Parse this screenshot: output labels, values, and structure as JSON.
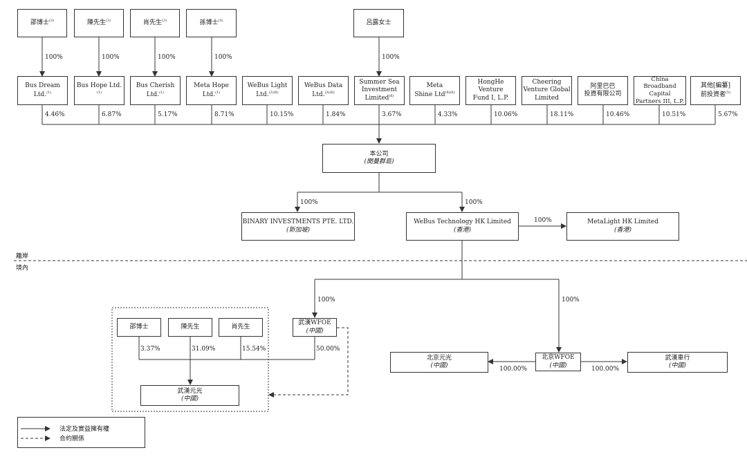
{
  "individuals": [
    {
      "name": "邵博士",
      "note": "(3)"
    },
    {
      "name": "陳先生",
      "note": "(3)"
    },
    {
      "name": "肖先生",
      "note": "(3)"
    },
    {
      "name": "孫博士",
      "note": "(3)"
    },
    {
      "name": "呂露女士",
      "note": ""
    }
  ],
  "individual_pct": [
    "100%",
    "100%",
    "100%",
    "100%",
    "100%"
  ],
  "shareholders": [
    {
      "lines": [
        "Bus Dream Ltd."
      ],
      "note": "(1)",
      "pct": "4.46%"
    },
    {
      "lines": [
        "Bus Hope Ltd."
      ],
      "note": "(1)",
      "pct": "6.87%"
    },
    {
      "lines": [
        "Bus Cherish Ltd."
      ],
      "note": "(1)",
      "pct": "5.17%"
    },
    {
      "lines": [
        "Meta Hope",
        "Ltd."
      ],
      "note": "(1)",
      "pct": "8.71%"
    },
    {
      "lines": [
        "WeBus Light",
        "Ltd."
      ],
      "note": "(2)(6)",
      "pct": "10.15%"
    },
    {
      "lines": [
        "WeBus Data",
        "Ltd."
      ],
      "note": "(3)(6)",
      "pct": "1.84%"
    },
    {
      "lines": [
        "Summer Sea",
        "Investment",
        "Limited"
      ],
      "note": "(6)",
      "pct": "3.67%"
    },
    {
      "lines": [
        "Meta",
        "Shine Ltd"
      ],
      "note": "(4)(6)",
      "pct": "4.33%"
    },
    {
      "lines": [
        "HongHe Venture",
        "Fund I, L.P."
      ],
      "note": "",
      "pct": "10.06%"
    },
    {
      "lines": [
        "Cheering",
        "Venture Global",
        "Limited"
      ],
      "note": "",
      "pct": "18.11%"
    },
    {
      "lines": [
        "阿里巴巴",
        "投資有限公司"
      ],
      "note": "",
      "pct": "10.46%"
    },
    {
      "lines": [
        "China",
        "Broadband Capital",
        "Partners III, L.P."
      ],
      "note": "",
      "pct": "10.51%"
    },
    {
      "lines": [
        "其他[編纂]",
        "前投資者"
      ],
      "note": "(5)",
      "pct": "5.67%"
    }
  ],
  "company": {
    "name": "本公司",
    "sub": "(開曼群島)"
  },
  "binary": {
    "name": "BINARY INVESTMENTS PTE. LTD.",
    "sub": "(新加坡)",
    "pct": "100%"
  },
  "webus_hk": {
    "name": "WeBus Technology HK Limited",
    "sub": "(香港)",
    "pct": "100%"
  },
  "metalight": {
    "name": "MetaLight HK Limited",
    "sub": "(香港)",
    "pct": "100%"
  },
  "offshore_label": "離岸",
  "onshore_label": "境內",
  "wuhan_wfoe": {
    "name": "武漢WFOE",
    "sub": "(中國)",
    "pct": "100%"
  },
  "beijing_wfoe": {
    "name": "北京WFOE",
    "sub": "(中國)",
    "pct": "100%"
  },
  "beijing_yuanguang": {
    "name": "北京元光",
    "sub": "(中國)",
    "pct": "100.00%"
  },
  "wuhan_cheheng": {
    "name": "武漢車行",
    "sub": "(中國)",
    "pct": "100.00%"
  },
  "opco_holders": [
    {
      "name": "邵博士",
      "pct": "3.37%"
    },
    {
      "name": "陳先生",
      "pct": "31.09%"
    },
    {
      "name": "肖先生",
      "pct": "15.54%"
    }
  ],
  "wfoe_to_opco_pct": "50.00%",
  "wuhan_yuanguang": {
    "name": "武漢元光",
    "sub": "(中國)"
  },
  "legend": {
    "solid": "法定及實益擁有權",
    "dashed": "合約關係"
  }
}
